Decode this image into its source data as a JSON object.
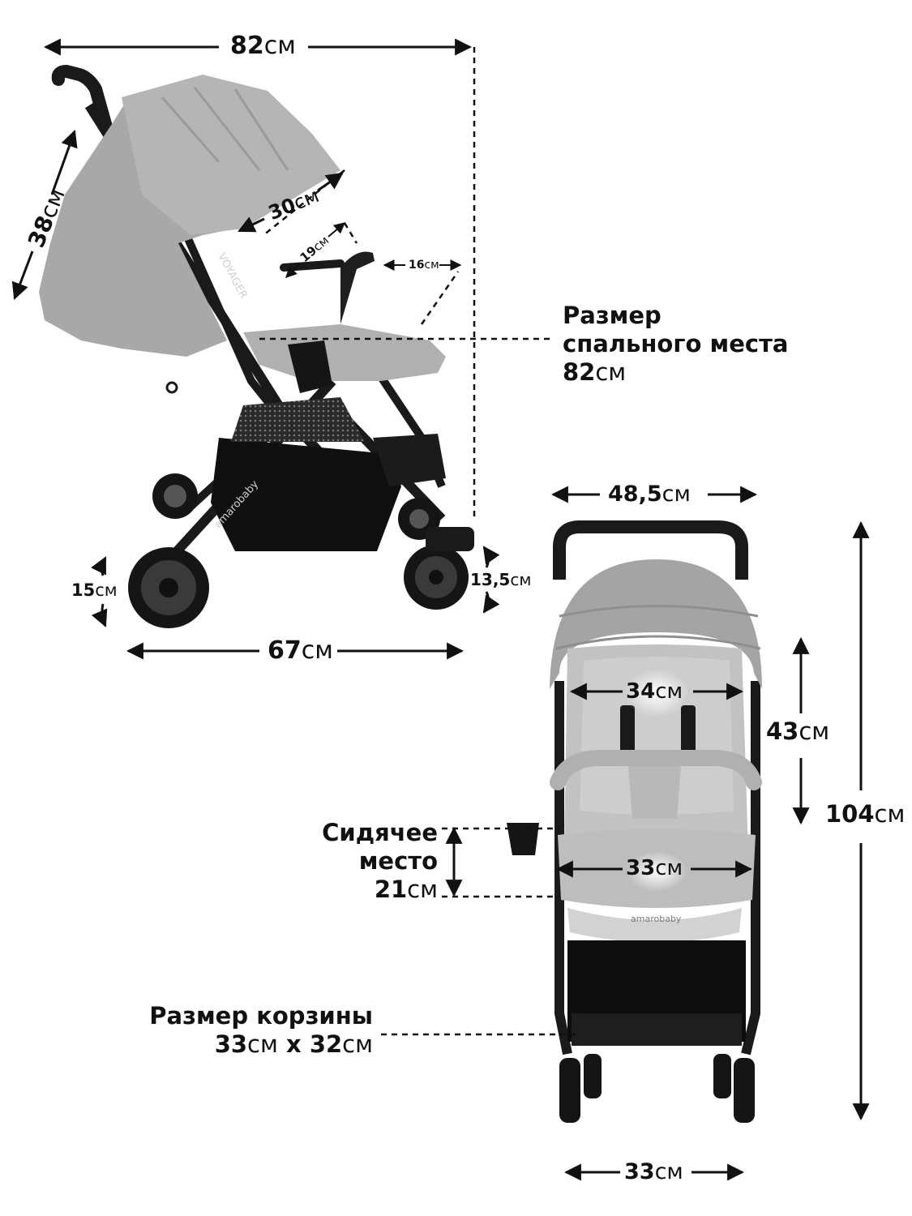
{
  "unit": "см",
  "side_view": {
    "overall_length": "82",
    "wheelbase": "67",
    "canopy_height": "38",
    "canopy_depth": "30",
    "bumper_bar_depth": "19",
    "footrest": "16",
    "rear_wheel": "15",
    "front_wheel": "13,5",
    "brand_label": "VOYAGER",
    "frame_logo": "amarobaby"
  },
  "sleeping_place": {
    "line1": "Размер",
    "line2": "спального места",
    "value": "82"
  },
  "front_view": {
    "overall_width": "48,5",
    "overall_height": "104",
    "back_height": "43",
    "shoulder_width": "34",
    "seat_width": "33",
    "wheel_track": "33",
    "seat_logo": "amarobaby"
  },
  "seat_depth": {
    "line1": "Сидячее",
    "line2": "место",
    "value": "21"
  },
  "basket": {
    "line1": "Размер корзины",
    "value_a": "33",
    "separator": "x",
    "value_b": "32"
  },
  "colors": {
    "ink": "#111111",
    "fabric": "#a8a8a8",
    "fabric_light": "#c4c4c4",
    "frame": "#1a1a1a"
  }
}
